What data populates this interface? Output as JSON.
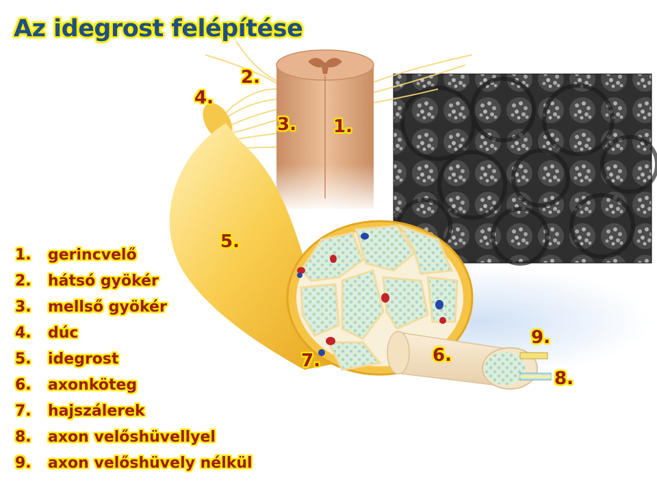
{
  "title": "Az idegrost felépítése",
  "callouts": {
    "c1": "1.",
    "c2": "2.",
    "c3": "3.",
    "c4": "4.",
    "c5": "5.",
    "c6": "6.",
    "c7": "7.",
    "c8": "8.",
    "c9": "9."
  },
  "legend": [
    {
      "num": "1.",
      "label": "gerincvelő"
    },
    {
      "num": "2.",
      "label": "hátsó gyökér"
    },
    {
      "num": "3.",
      "label": "mellső gyökér"
    },
    {
      "num": "4.",
      "label": "dúc"
    },
    {
      "num": "5.",
      "label": "idegrost"
    },
    {
      "num": "6.",
      "label": "axonköteg"
    },
    {
      "num": "7.",
      "label": "hajszálerek"
    },
    {
      "num": "8.",
      "label": "axon velőshüvellyel"
    },
    {
      "num": "9.",
      "label": "axon velőshüvely nélkül"
    }
  ],
  "colors": {
    "title": "#1f4f86",
    "label_text": "#9b1d1d",
    "glow": "#ffea00",
    "nerve": "#f6c23a",
    "spinal_cord": "#d9a27a",
    "micrograph": "#2a2a2a"
  }
}
